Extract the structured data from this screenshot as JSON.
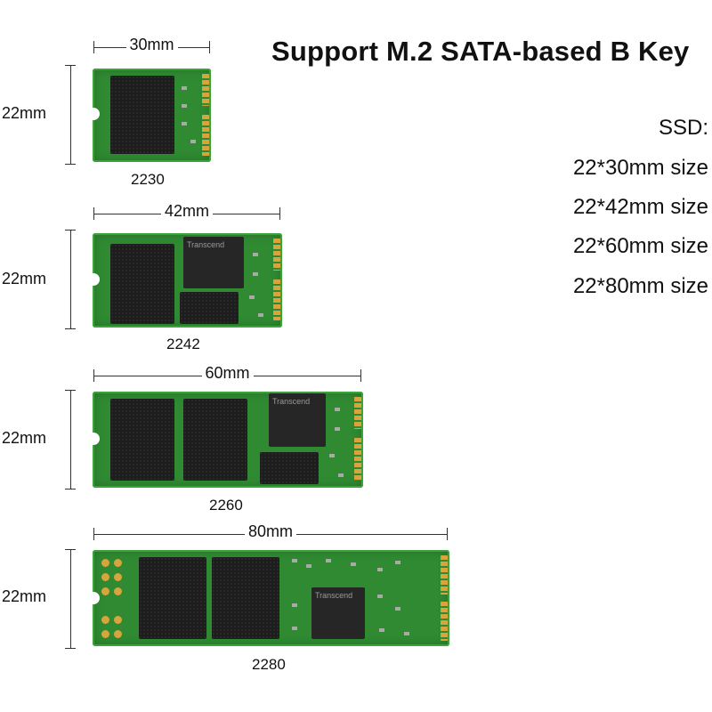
{
  "title": "Support M.2 SATA-based B Key",
  "specs": {
    "heading": "SSD:",
    "sizes": [
      "22*30mm size",
      "22*42mm size",
      "22*60mm size",
      "22*80mm size"
    ]
  },
  "modules": [
    {
      "model": "2230",
      "width_label": "30mm",
      "height_label": "22mm"
    },
    {
      "model": "2242",
      "width_label": "42mm",
      "height_label": "22mm"
    },
    {
      "model": "2260",
      "width_label": "60mm",
      "height_label": "22mm"
    },
    {
      "model": "2280",
      "width_label": "80mm",
      "height_label": "22mm"
    }
  ],
  "chip_brand": "Transcend",
  "colors": {
    "pcb": "#2f8a32",
    "chip": "#1d1d1d",
    "gold": "#d8a53c",
    "text": "#111111"
  }
}
